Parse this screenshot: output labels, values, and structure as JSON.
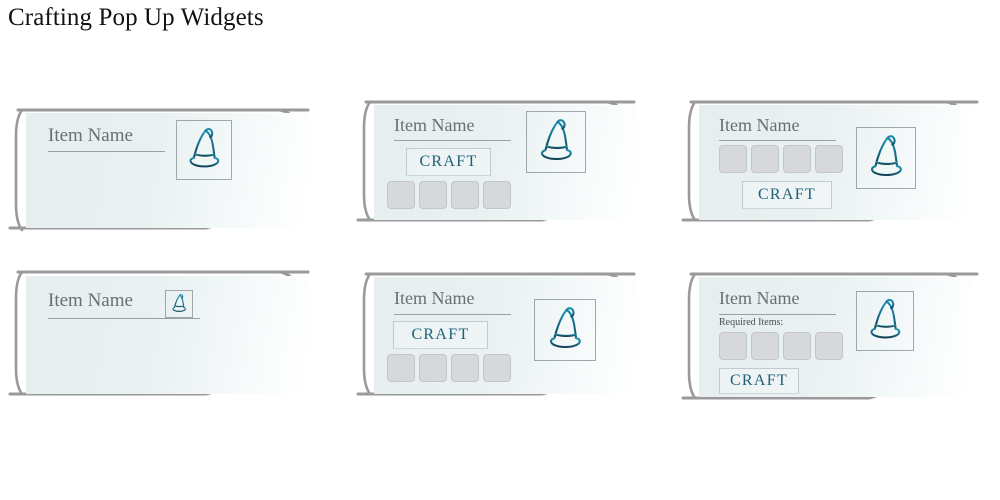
{
  "page": {
    "title": "Crafting Pop Up Widgets",
    "background_color": "#ffffff"
  },
  "theme": {
    "accent_teal": "#1c7a99",
    "accent_teal_dark": "#14576e",
    "frame_gray": "#9a9a9a",
    "slot_gray": "#d6d8da",
    "text_gray": "#6a6f73",
    "panel_light": "#eef4f5"
  },
  "labels": {
    "item_name": "Item Name",
    "craft": "CRAFT",
    "required_items": "Required Items:",
    "icon": "witch-hat-icon"
  },
  "widgets": [
    {
      "id": "widget-1",
      "variant": "name-only-large-icon",
      "item_name": "Item Name",
      "craft_label": null,
      "required_label": null,
      "slot_count": 0,
      "icon": "witch-hat-icon",
      "icon_size": "large"
    },
    {
      "id": "widget-2",
      "variant": "craft-above-slots",
      "item_name": "Item Name",
      "craft_label": "CRAFT",
      "required_label": null,
      "slot_count": 4,
      "icon": "witch-hat-icon",
      "icon_size": "large"
    },
    {
      "id": "widget-3",
      "variant": "slots-above-craft",
      "item_name": "Item Name",
      "craft_label": "CRAFT",
      "required_label": null,
      "slot_count": 4,
      "icon": "witch-hat-icon",
      "icon_size": "large"
    },
    {
      "id": "widget-4",
      "variant": "name-with-inline-icon",
      "item_name": "Item Name",
      "craft_label": null,
      "required_label": null,
      "slot_count": 0,
      "icon": "witch-hat-icon",
      "icon_size": "small-inline"
    },
    {
      "id": "widget-5",
      "variant": "craft-above-slots",
      "item_name": "Item Name",
      "craft_label": "CRAFT",
      "required_label": null,
      "slot_count": 4,
      "icon": "witch-hat-icon",
      "icon_size": "large"
    },
    {
      "id": "widget-6",
      "variant": "required-slots-above-craft",
      "item_name": "Item Name",
      "craft_label": "CRAFT",
      "required_label": "Required Items:",
      "slot_count": 4,
      "icon": "witch-hat-icon",
      "icon_size": "large"
    }
  ]
}
